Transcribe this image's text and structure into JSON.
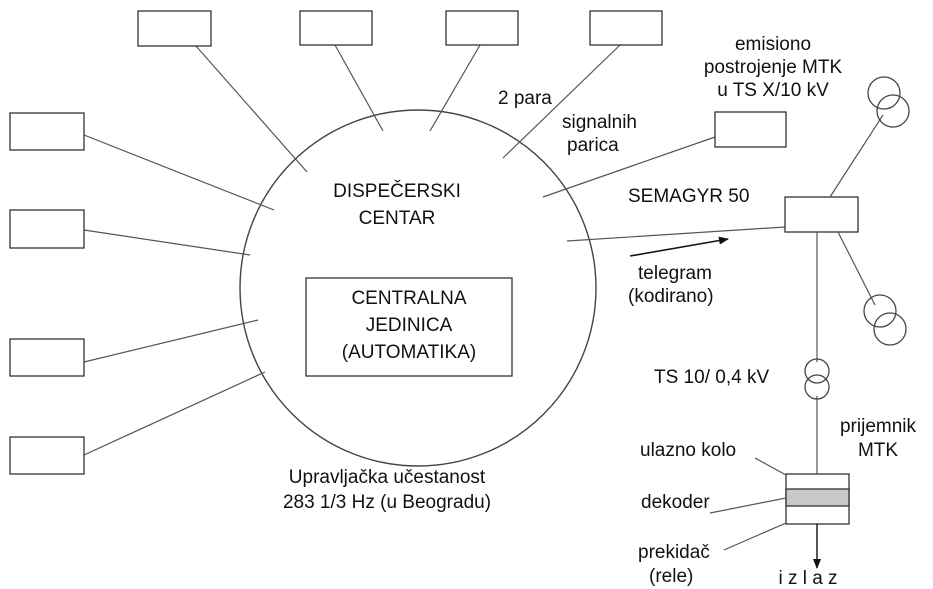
{
  "colors": {
    "line": "#555555",
    "box_stroke": "#333333",
    "decoder_fill": "#c8c8c8",
    "text": "#111111",
    "background": "#ffffff"
  },
  "labels": {
    "center_title_1": "DISPEČERSKI",
    "center_title_2": "CENTAR",
    "central_unit_1": "CENTRALNA",
    "central_unit_2": "JEDINICA",
    "central_unit_3": "(AUTOMATIKA)",
    "pairs_1": "2 para",
    "pairs_2": "signalnih",
    "pairs_3": "parica",
    "emission_1": "emisiono",
    "emission_2": "postrojenje MTK",
    "emission_3": "u TS X/10 kV",
    "semagyr": "SEMAGYR 50",
    "telegram_1": "telegram",
    "telegram_2": "(kodirano)",
    "ts_label": "TS 10/ 0,4 kV",
    "receiver_1": "prijemnik",
    "receiver_2": "MTK",
    "input_circuit": "ulazno kolo",
    "decoder": "dekoder",
    "breaker_1": "prekidač",
    "breaker_2": "(rele)",
    "output": "i z l a z",
    "frequency_1": "Upravljačka učestanost",
    "frequency_2": "283 1/3 Hz  (u Beogradu)"
  }
}
